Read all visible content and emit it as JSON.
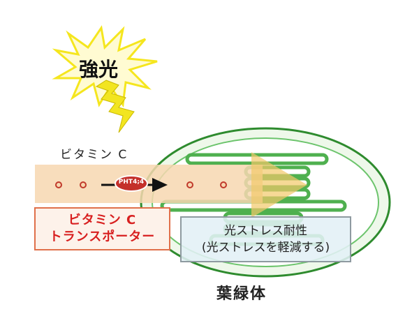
{
  "labels": {
    "strong_light": "強光",
    "vitamin_c": "ビタミン C",
    "transporter_line1": "ビタミン C",
    "transporter_line2": "トランスポーター",
    "pht": "PHT4;4",
    "tolerance_line1": "光ストレス耐性",
    "tolerance_line2": "(光ストレスを軽減する)",
    "chloroplast": "葉緑体"
  },
  "colors": {
    "sun": "#f5e61e",
    "sun_fill": "#fffbd2",
    "lightning": "#f2e520",
    "chloroplast_outline": "#2e8b2e",
    "chloroplast_fill": "#d8efd0",
    "thylakoid": "#5fbf5f",
    "band": "#f7d7b0",
    "arrow_head": "#f2c96a",
    "transporter_text": "#d81f1f",
    "pht_fill": "#c4302b"
  }
}
